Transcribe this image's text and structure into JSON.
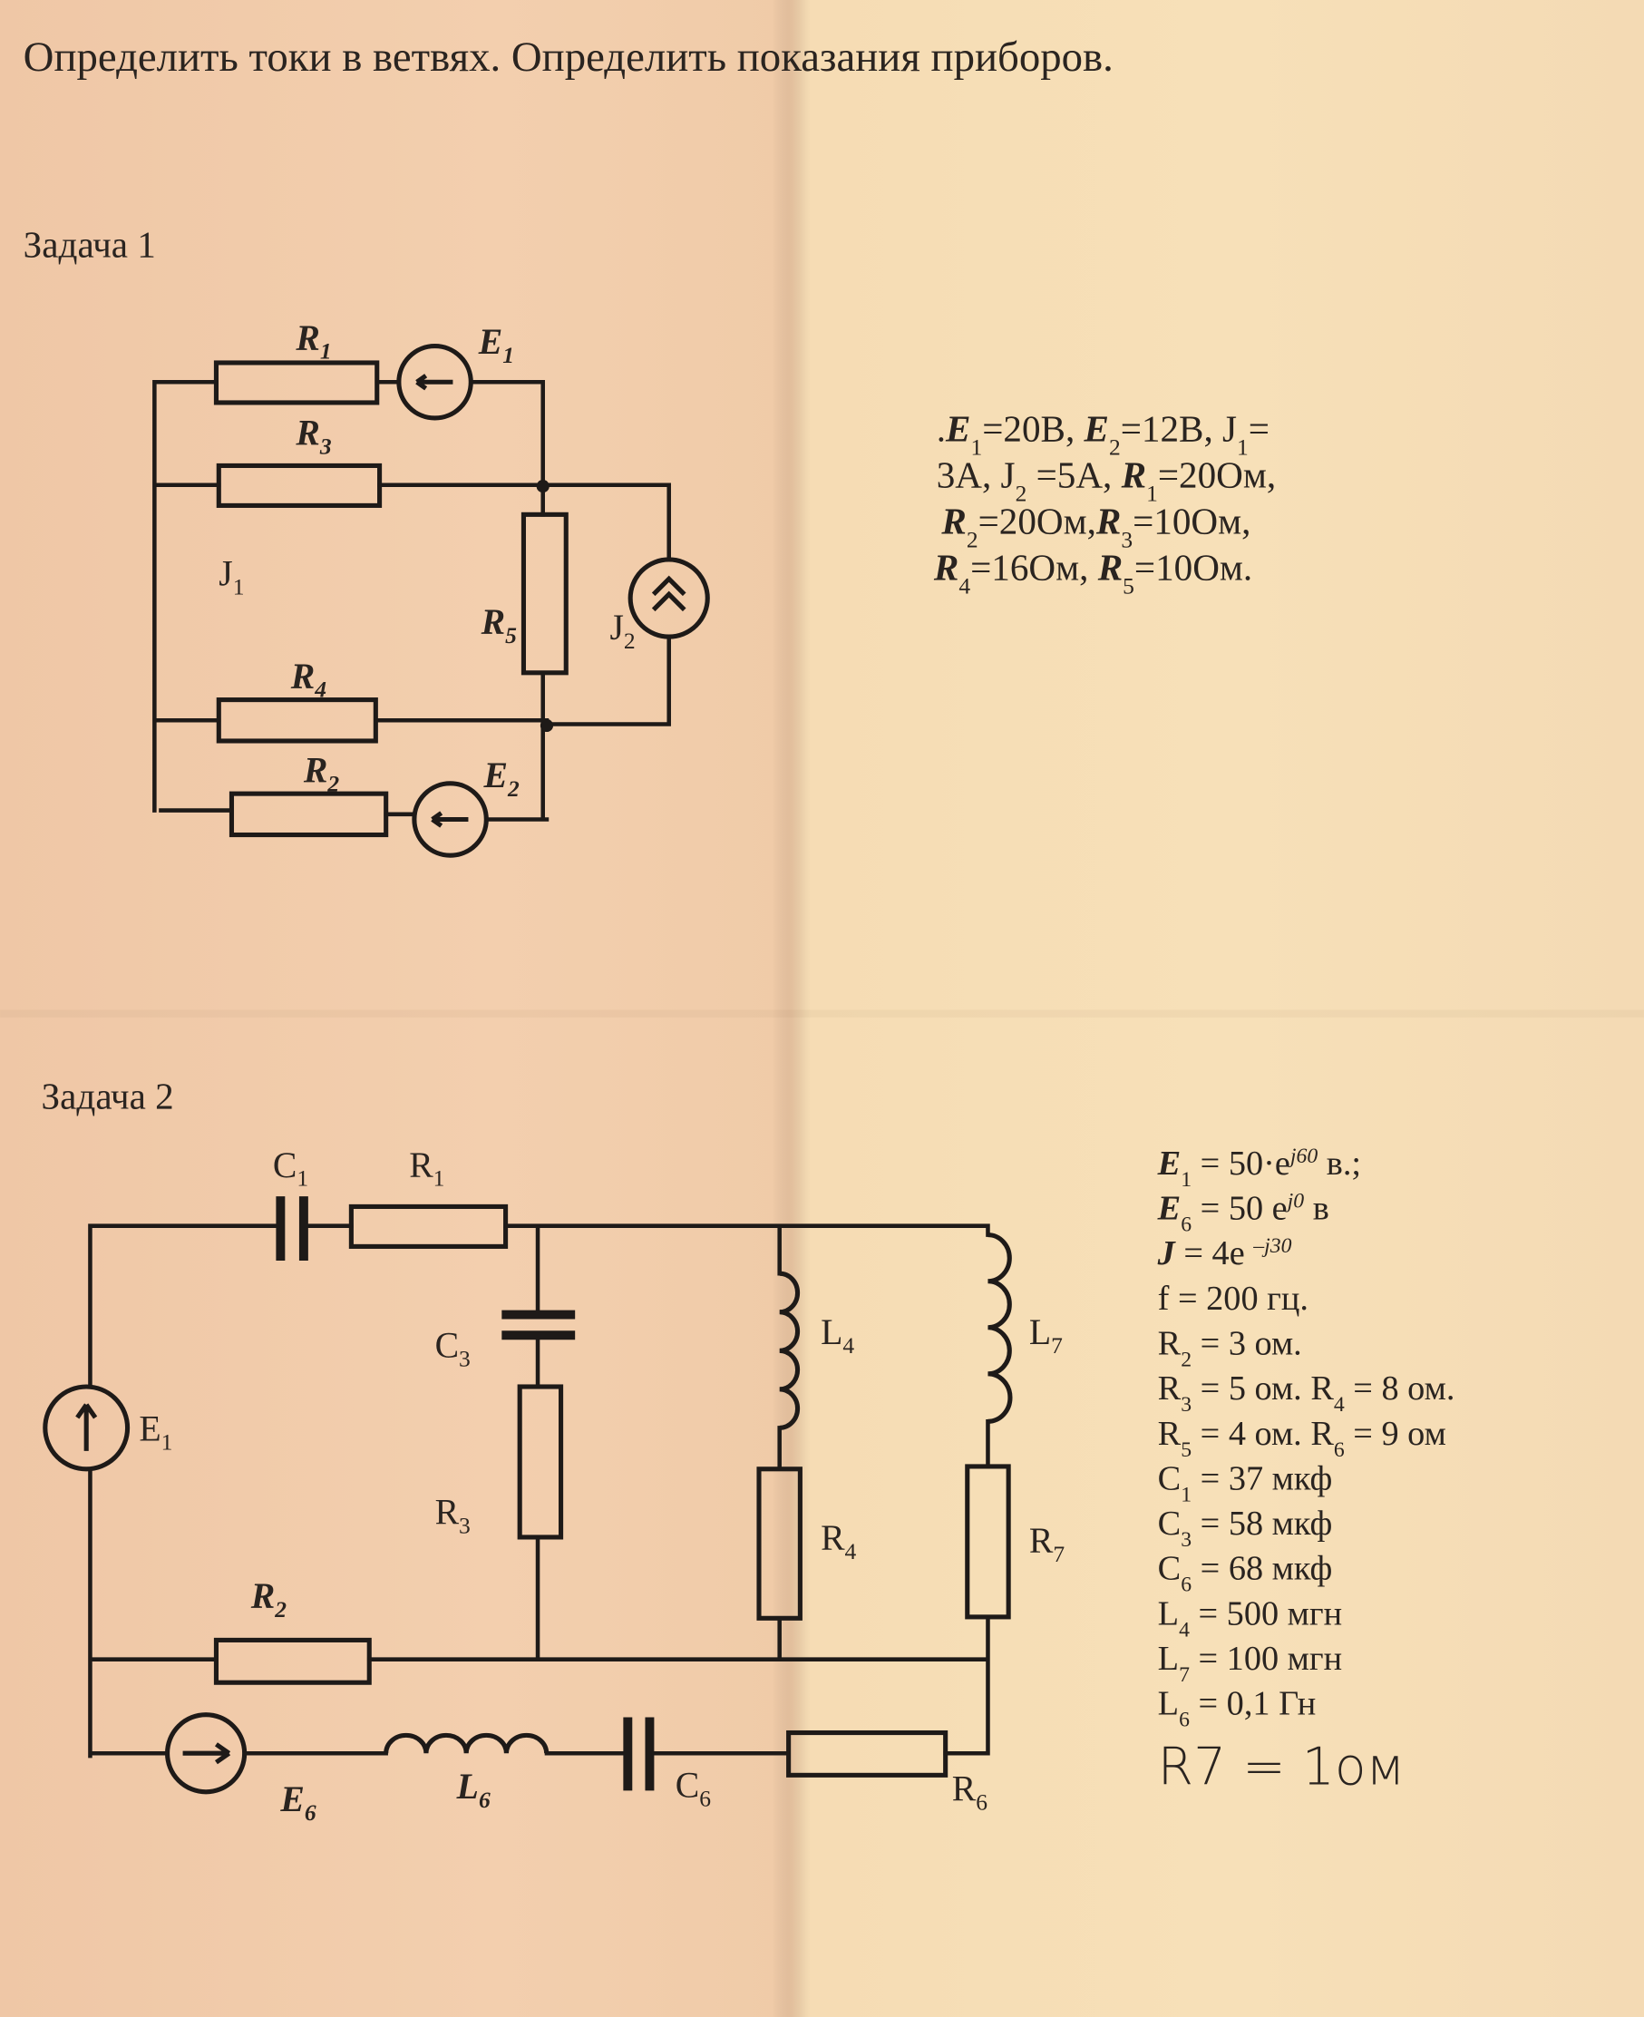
{
  "header": {
    "instruction": "Определить токи в ветвях. Определить показания приборов."
  },
  "task1": {
    "title": "Задача 1",
    "labels": {
      "R1": {
        "base": "R",
        "sub": "1"
      },
      "E1": {
        "base": "E",
        "sub": "1"
      },
      "R3": {
        "base": "R",
        "sub": "3"
      },
      "J1": {
        "base": "J",
        "sub": "1"
      },
      "R5": {
        "base": "R",
        "sub": "5"
      },
      "J2": {
        "base": "J",
        "sub": "2"
      },
      "R4": {
        "base": "R",
        "sub": "4"
      },
      "R2": {
        "base": "R",
        "sub": "2"
      },
      "E2": {
        "base": "E",
        "sub": "2"
      }
    },
    "params": [
      [
        {
          "t": "."
        },
        {
          "t": "E",
          "b": true
        },
        {
          "sub": "1"
        },
        {
          "t": "=20В, "
        },
        {
          "t": "E",
          "b": true
        },
        {
          "sub": "2"
        },
        {
          "t": "=12В, J"
        },
        {
          "sub": "1"
        },
        {
          "t": "="
        }
      ],
      [
        {
          "t": "3А, J"
        },
        {
          "sub": "2"
        },
        {
          "t": " =5А, "
        },
        {
          "t": "R",
          "b": true
        },
        {
          "sub": "1"
        },
        {
          "t": "=20Ом,"
        }
      ],
      [
        {
          "t": "R",
          "b": true
        },
        {
          "sub": "2"
        },
        {
          "t": "=20Ом,"
        },
        {
          "t": "R",
          "b": true
        },
        {
          "sub": "3"
        },
        {
          "t": "=10Ом,"
        }
      ],
      [
        {
          "t": "R",
          "b": true
        },
        {
          "sub": "4"
        },
        {
          "t": "=16Ом, "
        },
        {
          "t": "R",
          "b": true
        },
        {
          "sub": "5"
        },
        {
          "t": "=10Ом."
        }
      ]
    ]
  },
  "task2": {
    "title": "Задача 2",
    "labels": {
      "C1": {
        "base": "C",
        "sub": "1"
      },
      "R1": {
        "base": "R",
        "sub": "1"
      },
      "C3": {
        "base": "C",
        "sub": "3"
      },
      "R3": {
        "base": "R",
        "sub": "3"
      },
      "L4": {
        "base": "L",
        "sub": "4"
      },
      "R4": {
        "base": "R",
        "sub": "4"
      },
      "L7": {
        "base": "L",
        "sub": "7"
      },
      "R7": {
        "base": "R",
        "sub": "7"
      },
      "E1": {
        "base": "E",
        "sub": "1"
      },
      "R2": {
        "base": "R",
        "sub": "2"
      },
      "E6": {
        "base": "E",
        "sub": "6"
      },
      "L6": {
        "base": "L",
        "sub": "6"
      },
      "C6": {
        "base": "C",
        "sub": "6"
      },
      "R6": {
        "base": "R",
        "sub": "6"
      }
    },
    "params": [
      [
        {
          "t": "E",
          "b": true
        },
        {
          "sub": "1"
        },
        {
          "t": " = 50·e"
        },
        {
          "sup": "j60"
        },
        {
          "t": " в.;"
        }
      ],
      [
        {
          "t": "E",
          "b": true
        },
        {
          "sub": "6"
        },
        {
          "t": " = 50 e"
        },
        {
          "sup": "j0"
        },
        {
          "t": " в"
        }
      ],
      [
        {
          "t": "J",
          "b": true
        },
        {
          "t": " = 4e "
        },
        {
          "sup": "–j30"
        }
      ],
      [
        {
          "t": " f = 200 гц."
        }
      ],
      [
        {
          "t": "R"
        },
        {
          "sub": "2"
        },
        {
          "t": " = 3 ом."
        }
      ],
      [
        {
          "t": "R"
        },
        {
          "sub": "3"
        },
        {
          "t": " = 5 ом. R"
        },
        {
          "sub": "4"
        },
        {
          "t": " = 8 ом."
        }
      ],
      [
        {
          "t": "R"
        },
        {
          "sub": "5"
        },
        {
          "t": " = 4 ом. R"
        },
        {
          "sub": "6"
        },
        {
          "t": " = 9 ом"
        }
      ],
      [
        {
          "t": "C"
        },
        {
          "sub": "1"
        },
        {
          "t": " = 37 мкф"
        }
      ],
      [
        {
          "t": "C"
        },
        {
          "sub": "3"
        },
        {
          "t": " = 58 мкф"
        }
      ],
      [
        {
          "t": "C"
        },
        {
          "sub": "6"
        },
        {
          "t": " = 68 мкф"
        }
      ],
      [
        {
          "t": "L"
        },
        {
          "sub": "4"
        },
        {
          "t": " = 500 мгн"
        }
      ],
      [
        {
          "t": "L"
        },
        {
          "sub": "7"
        },
        {
          "t": " = 100 мгн"
        }
      ],
      [
        {
          "t": "L"
        },
        {
          "sub": "6"
        },
        {
          "t": " = 0,1 Гн"
        }
      ]
    ],
    "handwritten_note": "R7 = 1ом"
  }
}
